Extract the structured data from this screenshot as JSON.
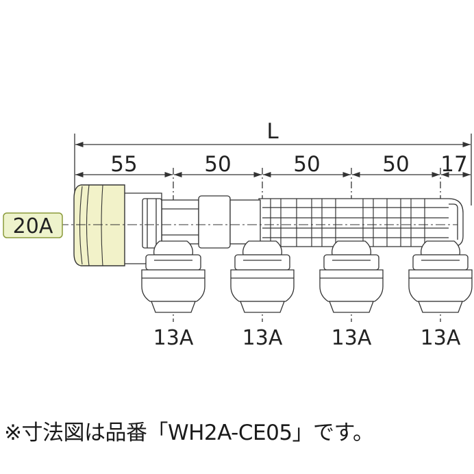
{
  "dimensions": {
    "total_label": "L",
    "segments": [
      "55",
      "50",
      "50",
      "50",
      "17"
    ]
  },
  "inlet": {
    "size_label": "20A"
  },
  "outlets": [
    {
      "size_label": "13A"
    },
    {
      "size_label": "13A"
    },
    {
      "size_label": "13A"
    },
    {
      "size_label": "13A"
    }
  ],
  "footnote": {
    "text": "※寸法図は品番「WH2A-CE05」です。"
  },
  "colors": {
    "inlet_cap_fill": "#f2f2c9",
    "inlet_label_fill": "#eef3cc",
    "inlet_label_border": "#8a9a3a",
    "line": "#333333"
  }
}
